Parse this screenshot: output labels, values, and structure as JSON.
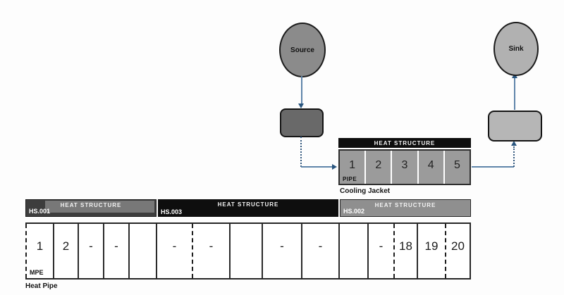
{
  "nodes": {
    "source": {
      "label": "Source"
    },
    "sink": {
      "label": "Sink"
    }
  },
  "cooling_jacket": {
    "header": "HEAT STRUCTURE",
    "cells": [
      "1",
      "2",
      "3",
      "4",
      "5"
    ],
    "first_cell_tag": "PIPE",
    "caption": "Cooling Jacket"
  },
  "heat_pipe": {
    "segments": [
      {
        "id": "HS.001",
        "title": "HEAT STRUCTURE"
      },
      {
        "id": "HS.003",
        "title": "HEAT STRUCTURE"
      },
      {
        "id": "HS.002",
        "title": "HEAT STRUCTURE"
      }
    ],
    "cells": [
      "1",
      "2",
      "-",
      "-",
      "",
      "-",
      "-",
      "",
      "-",
      "-",
      "",
      "-",
      "18",
      "19",
      "20"
    ],
    "first_cell_tag": "MPE",
    "caption": "Heat Pipe"
  },
  "colors": {
    "connector_line": "#5f85aa",
    "arrowhead": "#2a567f",
    "dotted_line": "#33587e",
    "source_fill": "#8b8b8b",
    "sink_fill": "#b1b1b1",
    "source_box_fill": "#696969",
    "sink_box_fill": "#b6b6b6",
    "pipe_cell_fill": "#9b9b9b",
    "header_black": "#0e0e0e",
    "hs001_fill": "#3d3d3d",
    "hs001_inner": "#787878",
    "hs002_fill": "#8f8f8f",
    "hs003_fill": "#0e0e0e"
  }
}
